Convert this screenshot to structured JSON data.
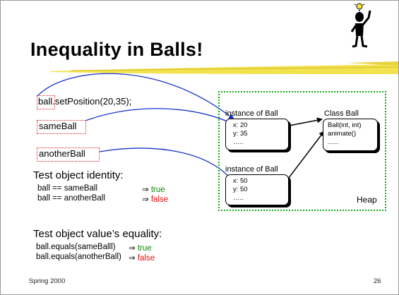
{
  "slide": {
    "title": "Inequality in Balls!",
    "code_line": {
      "variable": "ball",
      "rest": ".setPosition(20,35);"
    },
    "variables": {
      "same": "sameBall",
      "another": "anotherBall"
    },
    "identity": {
      "heading": "Test object identity:",
      "line1_expr": "ball == sameBall",
      "line1_arrow": "⇒",
      "line1_result": "true",
      "line2_expr": "ball == anotherBall",
      "line2_arrow": "⇒",
      "line2_result": "false"
    },
    "equality": {
      "heading": "Test object value’s equality:",
      "line1_expr": "ball.equals(sameBalll)",
      "line1_arrow": "⇒",
      "line1_result": "true",
      "line2_expr": "ball.equals(anotherBall)",
      "line2_arrow": "⇒",
      "line2_result": "false"
    },
    "heap": {
      "label": "Heap",
      "instance1": {
        "caption": "instance of Ball",
        "x": "x: 20",
        "y": "y: 35",
        "more": "….."
      },
      "instance2": {
        "caption": "instance of Ball",
        "x": "x: 50",
        "y": "y: 50",
        "more": "….."
      },
      "class": {
        "caption": "Class Ball",
        "line1": "Ball(int, int)",
        "line2": "animate()",
        "more": "….."
      }
    },
    "footer": {
      "left": "Spring 2000",
      "right": "26"
    },
    "colors": {
      "reference_arrow": "#1a33cc",
      "true": "#0a8a0a",
      "false": "#e01010",
      "heap_border": "#11aa11",
      "variable_box": "#e02020"
    },
    "icons": [
      "thinking-person-icon",
      "title-underline-swoosh"
    ]
  }
}
